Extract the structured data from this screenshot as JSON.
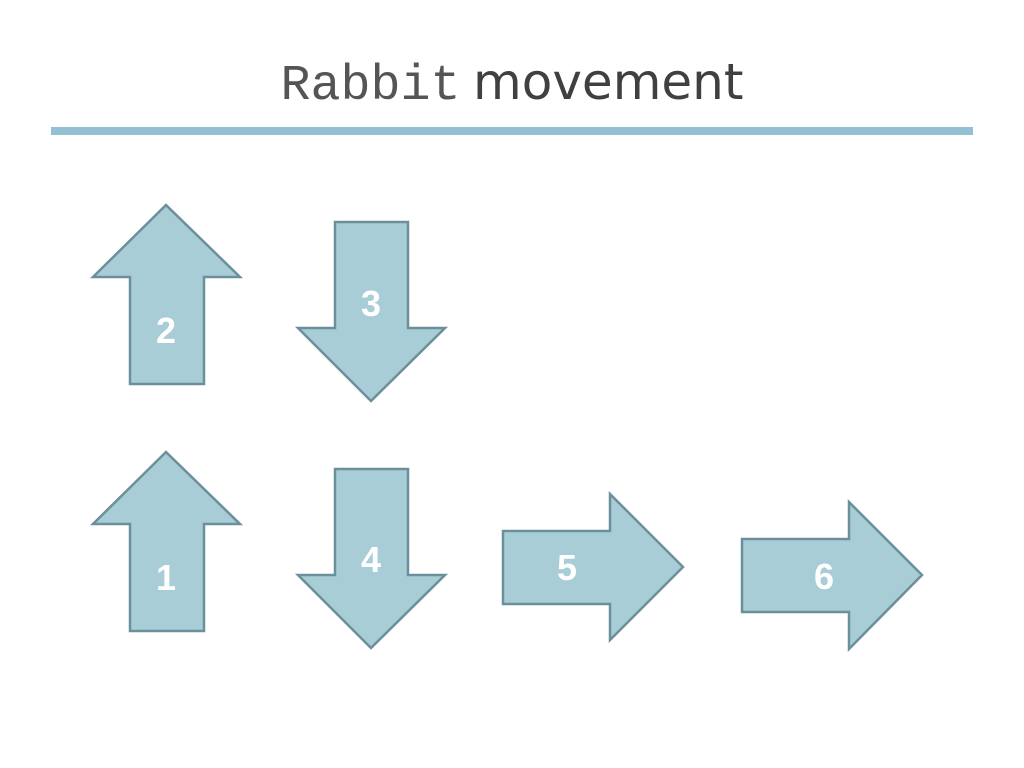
{
  "title": {
    "part1": "Rabbit",
    "part2": "movement"
  },
  "colors": {
    "arrow_fill": "#a8cdd7",
    "arrow_stroke": "#6b8f9b",
    "rule": "#94c0d2",
    "label": "#ffffff"
  },
  "arrows": [
    {
      "label": "1",
      "direction": "up"
    },
    {
      "label": "2",
      "direction": "up"
    },
    {
      "label": "3",
      "direction": "down"
    },
    {
      "label": "4",
      "direction": "down"
    },
    {
      "label": "5",
      "direction": "right"
    },
    {
      "label": "6",
      "direction": "right"
    }
  ]
}
